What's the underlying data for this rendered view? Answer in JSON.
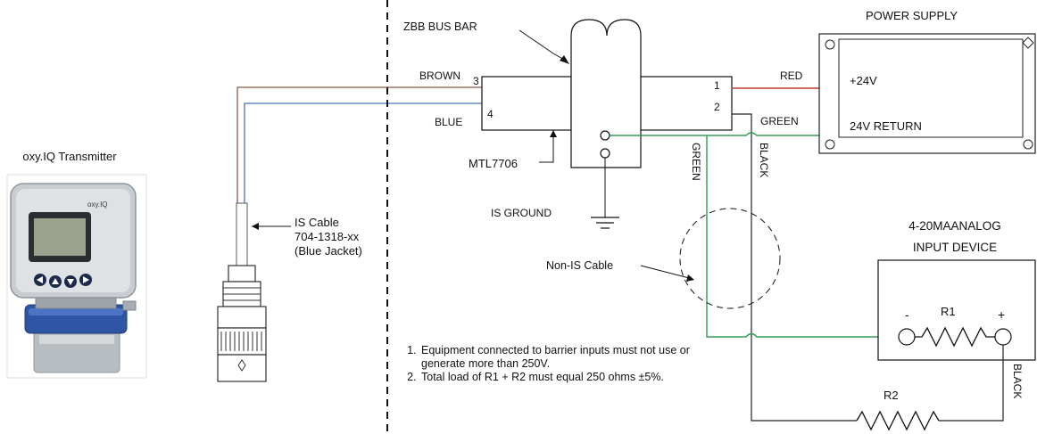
{
  "transmitter": {
    "title": "oxy.IQ Transmitter",
    "brand_text": "oxy.IQ",
    "keypad_icons": [
      "arrow-left-icon",
      "arrow-up-icon",
      "arrow-down-icon",
      "arrow-right-icon"
    ]
  },
  "cable": {
    "label_line1": "IS Cable",
    "label_line2": "704-1318-xx",
    "label_line3": "(Blue Jacket)"
  },
  "barrier": {
    "bus_bar_label": "ZBB BUS BAR",
    "model_label": "MTL7706",
    "ground_label": "IS GROUND",
    "terminal_3": "3",
    "terminal_4": "4",
    "terminal_1": "1",
    "terminal_2": "2"
  },
  "wires": {
    "brown": "BROWN",
    "blue": "BLUE",
    "red": "RED",
    "green_top": "GREEN",
    "green_vertical": "GREEN",
    "black_vertical": "BLACK",
    "black_right": "BLACK",
    "non_is_cable": "Non-IS Cable"
  },
  "power_supply": {
    "title": "POWER SUPPLY",
    "plus_24v": "+24V",
    "return_24v": "24V RETURN"
  },
  "input_device": {
    "title_line1": "4-20MAANALOG",
    "title_line2": "INPUT DEVICE",
    "minus": "-",
    "plus": "+",
    "r1": "R1"
  },
  "r2": "R2",
  "notes": [
    "Equipment connected to barrier  inputs must not use or generate  more than 250V.",
    "Total load of R1 + R2 must equal  250 ohms ±5%."
  ],
  "colors": {
    "brown_wire": "#8a5a44",
    "blue_wire": "#4a6fb5",
    "red_wire": "#c0392b",
    "green_wire": "#2e9e4f",
    "black_wire": "#222222"
  }
}
